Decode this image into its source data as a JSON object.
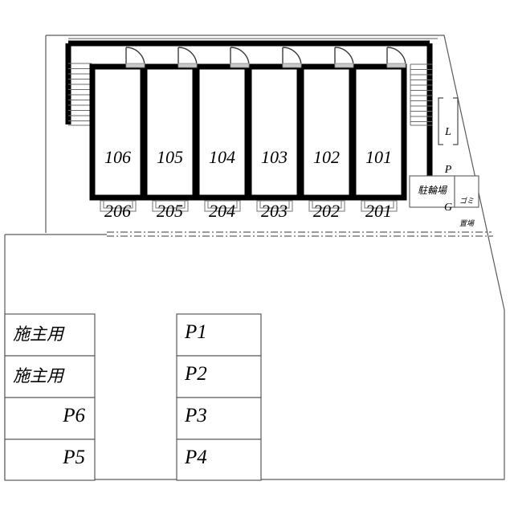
{
  "plan": {
    "title": "Apartment site plan",
    "colors": {
      "wall": "#000000",
      "thin_line": "#5a5a5a",
      "text": "#000000",
      "background": "#ffffff"
    },
    "building": {
      "name": "apartment-building",
      "units": [
        {
          "id": "unit-106-206",
          "upper": "106",
          "lower": "206"
        },
        {
          "id": "unit-105-205",
          "upper": "105",
          "lower": "205"
        },
        {
          "id": "unit-104-204",
          "upper": "104",
          "lower": "204"
        },
        {
          "id": "unit-103-203",
          "upper": "103",
          "lower": "203"
        },
        {
          "id": "unit-102-202",
          "upper": "102",
          "lower": "202"
        },
        {
          "id": "unit-101-201",
          "upper": "101",
          "lower": "201"
        }
      ],
      "stairs": [
        {
          "id": "stair-left",
          "label": ""
        },
        {
          "id": "stair-right",
          "label": ""
        }
      ]
    },
    "facilities": [
      {
        "id": "lpg-tank",
        "label": "L\nP\nG",
        "lines": [
          "L",
          "P",
          "G"
        ]
      },
      {
        "id": "bicycle-parking",
        "label": "駐輪場"
      },
      {
        "id": "garbage-area",
        "label": "ゴミ\n置場",
        "lines": [
          "ゴミ",
          "置場"
        ]
      }
    ],
    "parking": {
      "left_column": [
        {
          "id": "stall-owner-1",
          "label": "施主用"
        },
        {
          "id": "stall-owner-2",
          "label": "施主用"
        },
        {
          "id": "stall-p6",
          "label": "P6"
        },
        {
          "id": "stall-p5",
          "label": "P5"
        }
      ],
      "right_column": [
        {
          "id": "stall-p1",
          "label": "P1"
        },
        {
          "id": "stall-p2",
          "label": "P2"
        },
        {
          "id": "stall-p3",
          "label": "P3"
        },
        {
          "id": "stall-p4",
          "label": "P4"
        }
      ]
    }
  }
}
